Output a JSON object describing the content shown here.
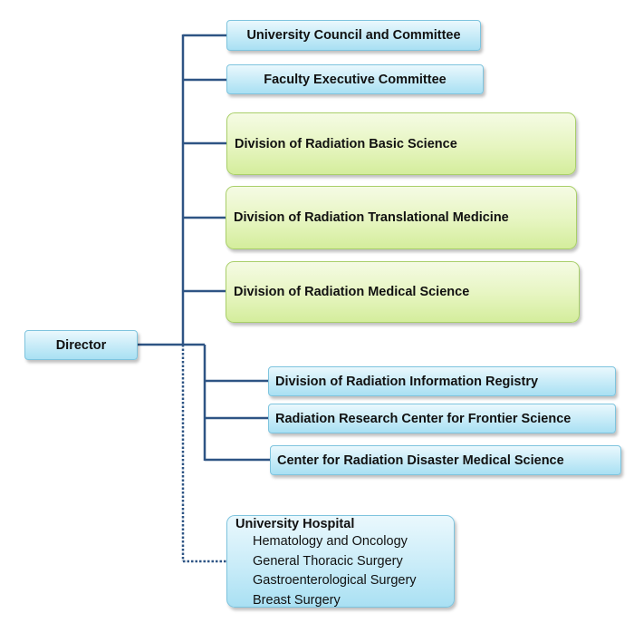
{
  "director": "Director",
  "top_committees": [
    "University Council and Committee",
    "Faculty Executive Committee"
  ],
  "divisions": [
    "Division of Radiation Basic Science",
    "Division of Radiation Translational Medicine",
    "Division of Radiation Medical Science"
  ],
  "centers": [
    "Division of Radiation Information Registry",
    "Radiation Research Center for Frontier Science",
    "Center for Radiation Disaster Medical Science"
  ],
  "hospital": {
    "title": "University Hospital",
    "departments": [
      "Hematology and Oncology",
      "General Thoracic Surgery",
      "Gastroenterological Surgery",
      "Breast Surgery"
    ]
  },
  "colors": {
    "connector": "#2e5484",
    "blue_box": "#c9ecf8",
    "green_box": "#e6f5c0"
  }
}
